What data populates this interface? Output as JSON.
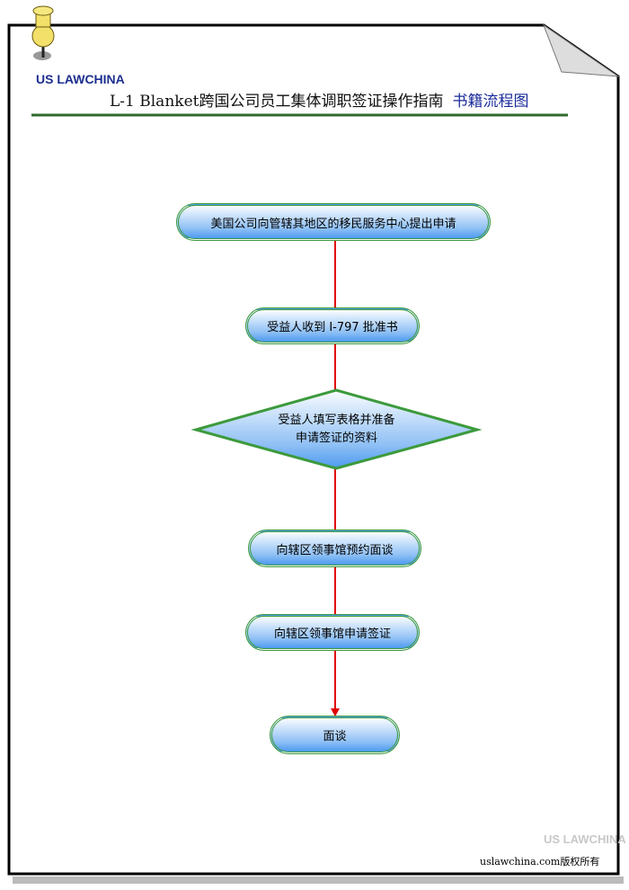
{
  "header": {
    "logo_text": "US LAWCHINA",
    "title": "L-1 Blanket跨国公司员工集体调职签证操作指南",
    "subtitle": "书籍流程图"
  },
  "flow": {
    "step1": "美国公司向管辖其地区的移民服务中心提出申请",
    "step2": "受益人收到 I-797 批准书",
    "step3_line1": "受益人填写表格并准备",
    "step3_line2": "申请签证的资料",
    "step4": "向辖区领事馆预约面谈",
    "step5": "向辖区领事馆申请签证",
    "step6": "面谈"
  },
  "footer": {
    "copyright": "uslawchina.com版权所有",
    "watermark": "US LAWCHINA"
  },
  "colors": {
    "connector": "#e00000",
    "node_border": "#3c9a3c",
    "node_fill": "#8fc0f5",
    "subtitle": "#1a2a9a"
  }
}
